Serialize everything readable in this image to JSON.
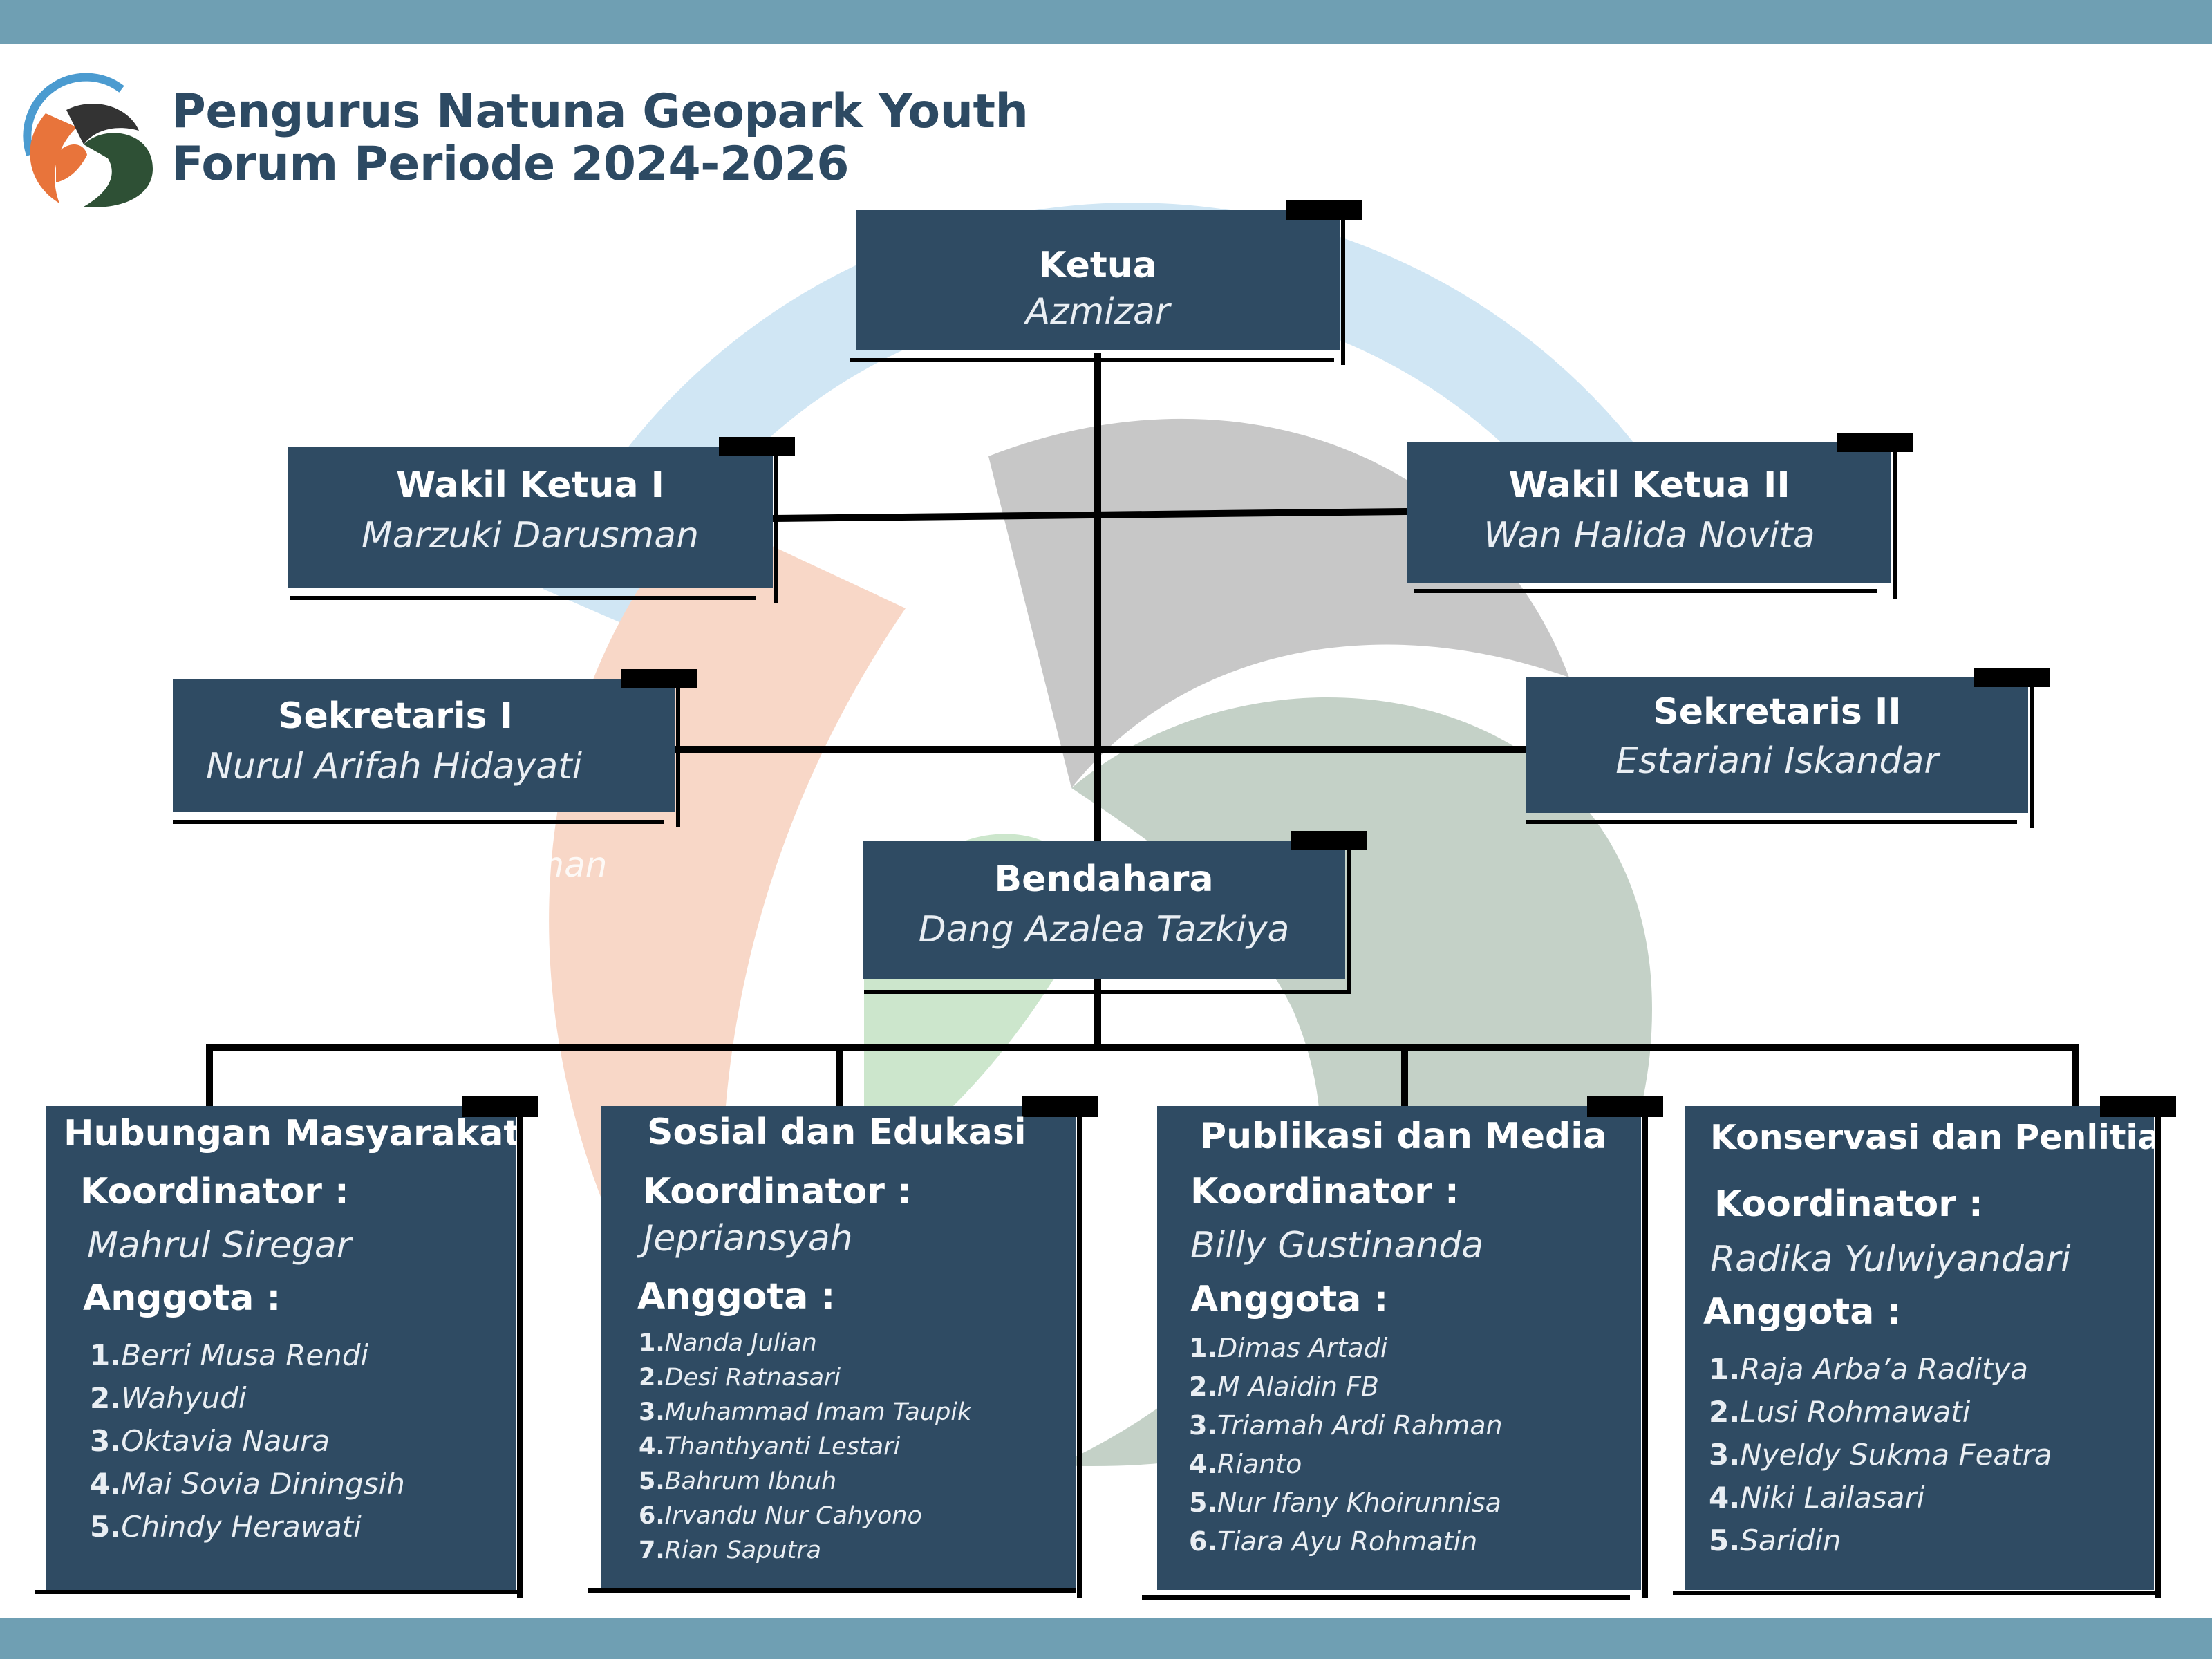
{
  "header": {
    "title_line1": "Pengurus Natuna Geopark Youth",
    "title_line2": "Forum Periode 2024-2026"
  },
  "colors": {
    "band": "#6f9fb3",
    "card": "#2f4b63",
    "title": "#2d4a63",
    "connector": "#000000"
  },
  "icons": {
    "logo": "geopark-youth-logo-icon"
  },
  "org": {
    "ketua": {
      "role": "Ketua",
      "name": "Azmizar"
    },
    "wakil_ketua_1": {
      "role": "Wakil Ketua I",
      "name": "Marzuki Darusman"
    },
    "wakil_ketua_2": {
      "role": "Wakil Ketua II",
      "name": "Wan Halida Novita"
    },
    "sekretaris_1": {
      "role": "Sekretaris I",
      "name": "Nurul Arifah Hidayati"
    },
    "sekretaris_2": {
      "role": "Sekretaris II",
      "name": "Estariani Iskandar"
    },
    "bendahara": {
      "role": "Bendahara",
      "name": "Dang Azalea Tazkiya"
    },
    "ghost_text": "Darusman"
  },
  "divisions": [
    {
      "title": "Hubungan Masyarakat",
      "coordinator_label": "Koordinator :",
      "coordinator": "Mahrul Siregar",
      "members_label": "Anggota :",
      "members": [
        {
          "num": "1.",
          "name": "Berri Musa Rendi"
        },
        {
          "num": "2.",
          "name": "Wahyudi"
        },
        {
          "num": "3.",
          "name": "Oktavia Naura"
        },
        {
          "num": "4.",
          "name": "Mai Sovia Diningsih"
        },
        {
          "num": "5.",
          "name": "Chindy Herawati"
        }
      ]
    },
    {
      "title": "Sosial dan Edukasi",
      "coordinator_label": "Koordinator :",
      "coordinator": "Jepriansyah",
      "members_label": "Anggota :",
      "members": [
        {
          "num": "1.",
          "name": "Nanda Julian"
        },
        {
          "num": "2.",
          "name": "Desi Ratnasari"
        },
        {
          "num": "3.",
          "name": "Muhammad Imam Taupik"
        },
        {
          "num": "4.",
          "name": "Thanthyanti Lestari"
        },
        {
          "num": "5.",
          "name": "Bahrum Ibnuh"
        },
        {
          "num": "6.",
          "name": "Irvandu Nur Cahyono"
        },
        {
          "num": "7.",
          "name": "Rian Saputra"
        }
      ]
    },
    {
      "title": "Publikasi dan Media",
      "coordinator_label": "Koordinator :",
      "coordinator": "Billy Gustinanda",
      "members_label": "Anggota :",
      "members": [
        {
          "num": "1.",
          "name": "Dimas Artadi"
        },
        {
          "num": "2.",
          "name": "M Alaidin FB"
        },
        {
          "num": "3.",
          "name": "Triamah Ardi Rahman"
        },
        {
          "num": "4.",
          "name": "Rianto"
        },
        {
          "num": "5.",
          "name": "Nur Ifany Khoirunnisa"
        },
        {
          "num": "6.",
          "name": "Tiara Ayu Rohmatin"
        }
      ]
    },
    {
      "title": "Konservasi dan Penlitian",
      "coordinator_label": "Koordinator :",
      "coordinator": "Radika Yulwiyandari",
      "members_label": "Anggota :",
      "members": [
        {
          "num": "1.",
          "name": "Raja Arba’a Raditya"
        },
        {
          "num": "2.",
          "name": "Lusi Rohmawati"
        },
        {
          "num": "3.",
          "name": "Nyeldy Sukma Featra"
        },
        {
          "num": "4.",
          "name": "Niki Lailasari"
        },
        {
          "num": "5.",
          "name": "Saridin"
        }
      ]
    }
  ]
}
